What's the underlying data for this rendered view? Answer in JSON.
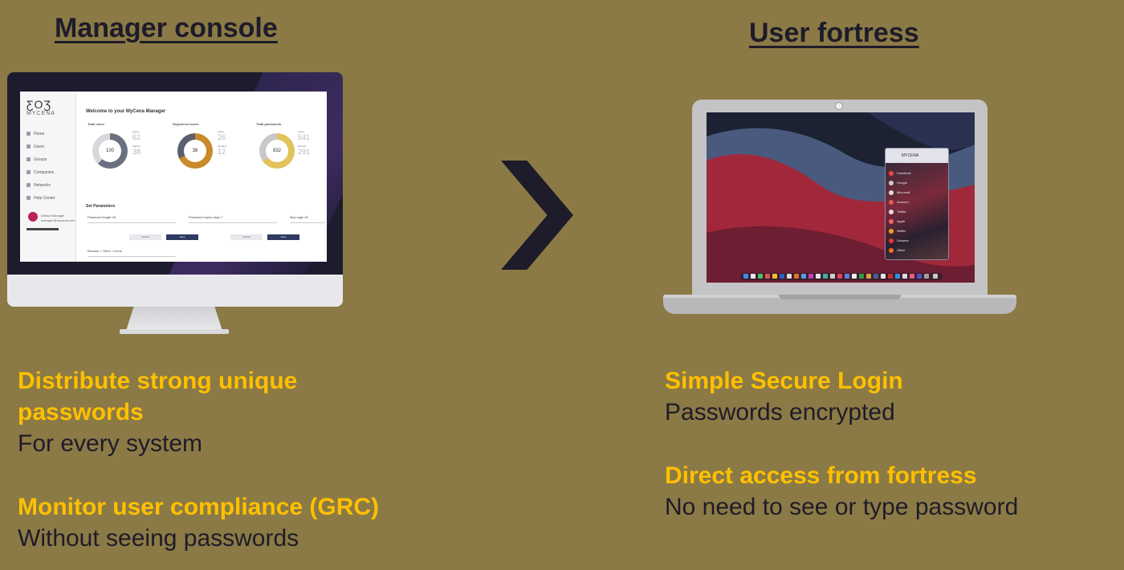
{
  "left_panel": {
    "title": "Manager console",
    "feature1_bold_line1": "Distribute strong unique",
    "feature1_bold_line2": "passwords",
    "feature1_plain": "For every system",
    "feature2_bold": "Monitor user compliance (GRC)",
    "feature2_plain": "Without seeing passwords"
  },
  "right_panel": {
    "title": "User fortress",
    "feature1_bold": "Simple Secure Login",
    "feature1_plain": "Passwords encrypted",
    "feature2_bold": "Direct access from fortress",
    "feature2_plain": "No need to see or type password"
  },
  "monitor_screen": {
    "logo": "ƸOƷ",
    "brand": "MYCENA",
    "welcome": "Welcome to your MyCena Manager",
    "sidebar_items": [
      "Home",
      "Users",
      "Groups",
      "Companies",
      "Networks",
      "Help Center"
    ],
    "user_name": "Default Manager",
    "user_email": "manager@mycena.com",
    "donuts": [
      {
        "label": "Total users",
        "value": "100",
        "stat_top": "62",
        "stat_bottom": "38",
        "stat_top_label": "Active",
        "stat_bottom_label": "Inactive"
      },
      {
        "label": "Registered users",
        "value": "38",
        "stat_top": "26",
        "stat_bottom": "12",
        "stat_top_label": "Active",
        "stat_bottom_label": "Pending"
      },
      {
        "label": "Total passwords",
        "value": "832",
        "stat_top": "541",
        "stat_bottom": "291",
        "stat_top_label": "Active",
        "stat_bottom_label": "Expired"
      }
    ],
    "parameters_title": "Set Parameters",
    "fields": [
      {
        "label": "Password length",
        "value": "16"
      },
      {
        "label": "Password expiry days",
        "value": "7"
      },
      {
        "label": "Max login",
        "value": "40"
      }
    ],
    "cancel_label": "Cancel",
    "save_label": "Save",
    "breadcrumb": "Browser > Store > Done",
    "colors": {
      "donut1": "#6b7080",
      "donut2": "#c98a2a",
      "donut3": "#e2c25a",
      "save": "#2e3a62"
    }
  },
  "laptop_screen": {
    "popup_brand": "MYCENA",
    "popup_items": [
      "Facebook",
      "Google",
      "Microsoft",
      "Amazon",
      "Twitter",
      "Apple",
      "Netflix",
      "Dropbox",
      "Office"
    ],
    "colors": {
      "wall_red": "#a0283a",
      "wall_blue": "#4a5a7e",
      "wall_dark": "#1d2233"
    }
  },
  "colors": {
    "background": "#8b7a45",
    "heading": "#1e1b2a",
    "accent": "#ffc000",
    "arrow": "#1e1b2a"
  },
  "icons": {
    "arrow": "chevron-right-icon"
  }
}
